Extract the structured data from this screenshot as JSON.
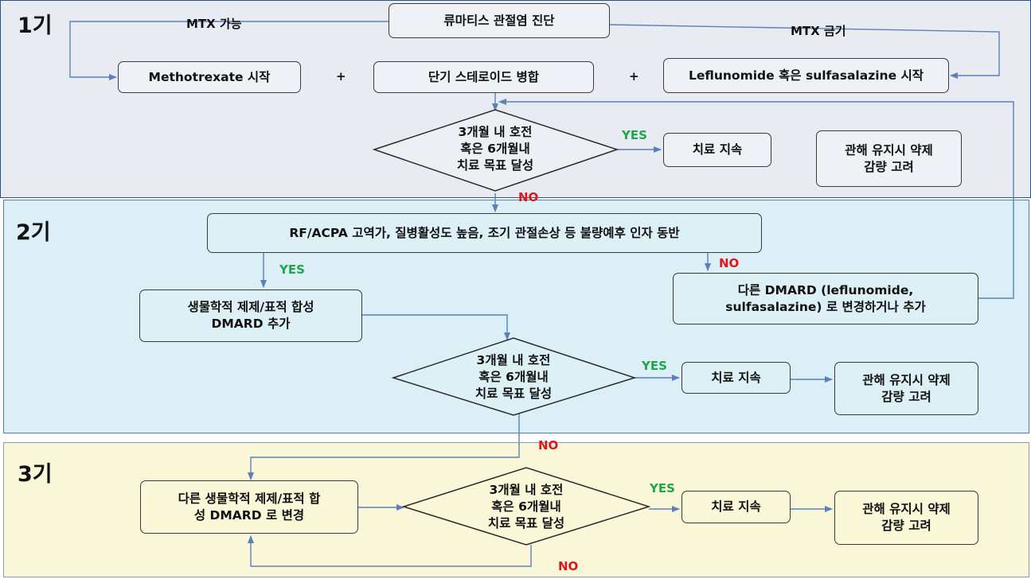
{
  "stages": [
    {
      "label": "1기"
    },
    {
      "label": "2기"
    },
    {
      "label": "3기"
    }
  ],
  "stage1": {
    "diagnosis": "류마티스 관절염 진단",
    "mtx_ok": "MTX 가능",
    "mtx_contra": "MTX 금기",
    "methotrexate": "Methotrexate 시작",
    "plus_left": "+",
    "steroid": "단기 스테로이드 병합",
    "plus_right": "+",
    "leflunomide": "Leflunomide 혹은 sulfasalazine 시작",
    "decision": "3개월 내 호전\n혹은 6개월내\n치료 목표 달성",
    "yes": "YES",
    "continue": "치료 지속",
    "taper": "관해 유지시 약제\n감량 고려",
    "no": "NO"
  },
  "stage2": {
    "risk": "RF/ACPA 고역가, 질병활성도 높음, 조기 관절손상 등 불량예후 인자 동반",
    "yes_left": "YES",
    "no_right": "NO",
    "biologic": "생물학적 제제/표적 합성\nDMARD 추가",
    "other_dmard": "다른 DMARD (leflunomide,\nsulfasalazine) 로 변경하거나 추가",
    "decision": "3개월 내 호전\n혹은 6개월내\n치료 목표 달성",
    "yes": "YES",
    "continue": "치료 지속",
    "taper": "관해 유지시 약제\n감량 고려",
    "no": "NO"
  },
  "stage3": {
    "switch": "다른 생물학적 제제/표적 합\n성 DMARD 로 변경",
    "decision": "3개월 내 호전\n혹은 6개월내\n치료 목표 달성",
    "yes": "YES",
    "continue": "치료 지속",
    "taper": "관해 유지시 약제\n감량 고려",
    "no": "NO"
  },
  "colors": {
    "arrow": "#5B80B9",
    "yes": "#1FA64A",
    "no": "#E0161B"
  }
}
